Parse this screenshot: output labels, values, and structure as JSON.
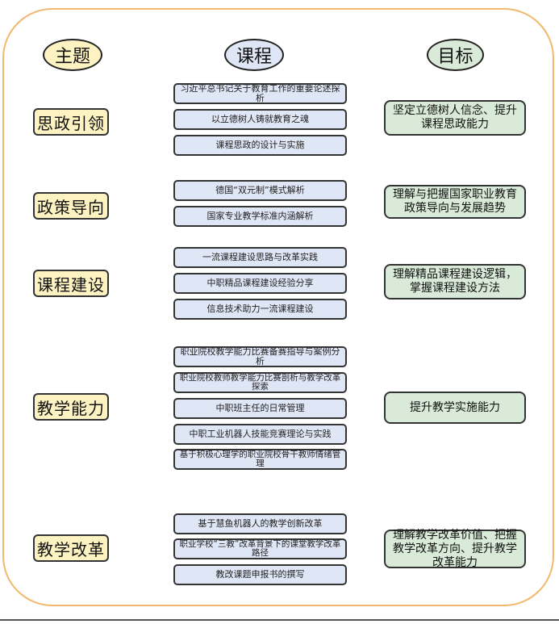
{
  "headers": {
    "theme": "主题",
    "course": "课程",
    "goal": "目标"
  },
  "sections": [
    {
      "theme": "思政引领",
      "courses": [
        "习近平总书记关于教育工作的重要论述探析",
        "以立德树人铸就教育之魂",
        "课程思政的设计与实施"
      ],
      "goal": "坚定立德树人信念、提升课程思政能力"
    },
    {
      "theme": "政策导向",
      "courses": [
        "德国“双元制”模式解析",
        "国家专业教学标准内涵解析"
      ],
      "goal": "理解与把握国家职业教育政策导向与发展趋势"
    },
    {
      "theme": "课程建设",
      "courses": [
        "一流课程建设思路与改革实践",
        "中职精品课程建设经验分享",
        "信息技术助力一流课程建设"
      ],
      "goal": "理解精品课程建设逻辑，掌握课程建设方法"
    },
    {
      "theme": "教学能力",
      "courses": [
        "职业院校教学能力比赛备赛指导与案例分析",
        "职业院校教师教学能力比赛剖析与教学改革探索",
        "中职班主任的日常管理",
        "中职工业机器人技能竞赛理论与实践",
        "基于积极心理学的职业院校骨干教师情绪管理"
      ],
      "goal": "提升教学实施能力"
    },
    {
      "theme": "教学改革",
      "courses": [
        "基于慧鱼机器人的教学创新改革",
        "职业学校“三教”改革背景下的课堂教学改革路径",
        "教改课题申报书的撰写"
      ],
      "goal": "理解教学改革价值、把握教学改革方向、提升教学改革能力"
    }
  ]
}
